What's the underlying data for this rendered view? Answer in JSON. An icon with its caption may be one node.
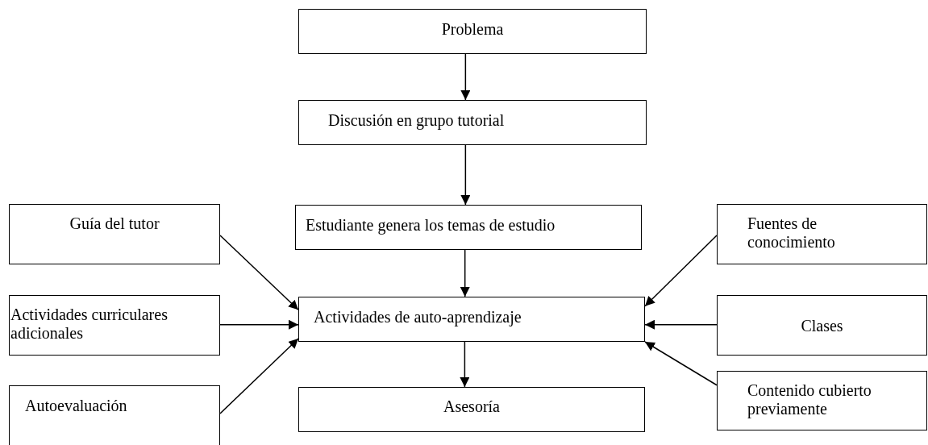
{
  "diagram": {
    "nodes": [
      {
        "text": [
          "Problema"
        ]
      },
      {
        "text": [
          "Discusión en grupo tutorial"
        ]
      },
      {
        "text": [
          "Estudiante genera los temas de estudio"
        ]
      },
      {
        "text": [
          "Actividades de auto-aprendizaje"
        ]
      },
      {
        "text": [
          "Asesoría"
        ]
      },
      {
        "text": [
          "Guía del tutor"
        ]
      },
      {
        "text": [
          "Actividades curriculares adicionales"
        ]
      },
      {
        "text": [
          "Autoevaluación"
        ]
      },
      {
        "text": [
          "Fuentes de conocimiento"
        ]
      },
      {
        "text": [
          "Clases"
        ]
      },
      {
        "text": [
          "Contenido cubierto previamente"
        ]
      }
    ],
    "edges": [
      {
        "from": 0,
        "to": 1,
        "arrow": "to"
      },
      {
        "from": 1,
        "to": 2,
        "arrow": "to"
      },
      {
        "from": 2,
        "to": 3,
        "arrow": "to"
      },
      {
        "from": 3,
        "to": 4,
        "arrow": "to"
      },
      {
        "from": 5,
        "to": 3,
        "arrow": "to"
      },
      {
        "from": 6,
        "to": 3,
        "arrow": "to"
      },
      {
        "from": 7,
        "to": 3,
        "arrow": "to"
      },
      {
        "from": 8,
        "to": 3,
        "arrow": "to"
      },
      {
        "from": 9,
        "to": 3,
        "arrow": "to"
      },
      {
        "from": 10,
        "to": 3,
        "arrow": "to"
      }
    ]
  }
}
